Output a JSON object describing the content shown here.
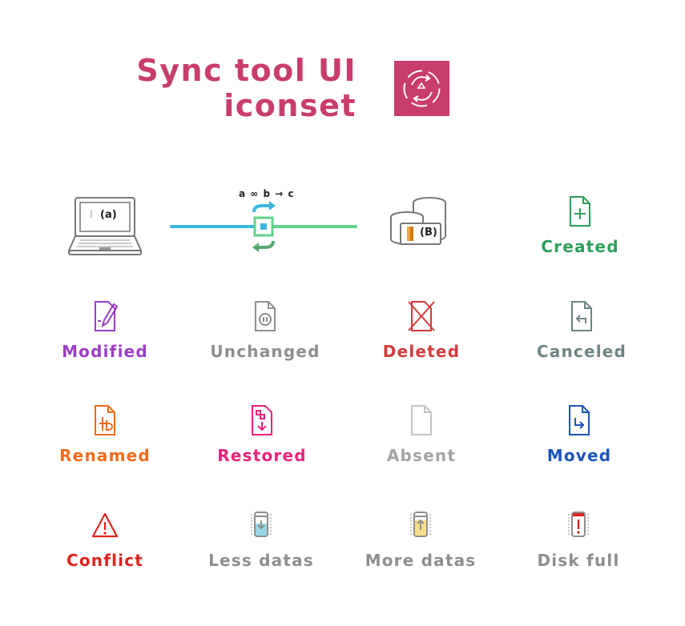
{
  "header": {
    "title_line1": "Sync tool UI",
    "title_line2": "iconset",
    "brand_color": "#c93d6e"
  },
  "hero": {
    "laptop_label": "(a)",
    "database_label": "(B)",
    "flow_label": "a ∞ b → c",
    "left_line_color": "#3bb8e0",
    "right_line_color": "#5fd48a"
  },
  "icons": [
    {
      "label": "Created",
      "color": "#2e9e5b",
      "icon": "file-plus-icon"
    },
    {
      "label": "Modified",
      "color": "#9b3ec4",
      "icon": "file-edit-icon"
    },
    {
      "label": "Unchanged",
      "color": "#8e8e8e",
      "icon": "file-pause-icon"
    },
    {
      "label": "Deleted",
      "color": "#d23b3b",
      "icon": "file-deleted-icon"
    },
    {
      "label": "Canceled",
      "color": "#6f8485",
      "icon": "file-undo-icon"
    },
    {
      "label": "Renamed",
      "color": "#ef6c1a",
      "icon": "file-rename-icon"
    },
    {
      "label": "Restored",
      "color": "#e8237a",
      "icon": "file-restore-icon"
    },
    {
      "label": "Absent",
      "color": "#a3a3a3",
      "icon": "file-empty-icon"
    },
    {
      "label": "Moved",
      "color": "#1b55b8",
      "icon": "file-move-icon"
    },
    {
      "label": "Conflict",
      "color": "#e0231e",
      "icon": "warning-triangle-icon"
    },
    {
      "label": "Less datas",
      "color": "#8e8e8e",
      "icon": "disk-less-icon"
    },
    {
      "label": "More datas",
      "color": "#8e8e8e",
      "icon": "disk-more-icon"
    },
    {
      "label": "Disk full",
      "color": "#8e8e8e",
      "icon": "disk-full-icon"
    }
  ]
}
